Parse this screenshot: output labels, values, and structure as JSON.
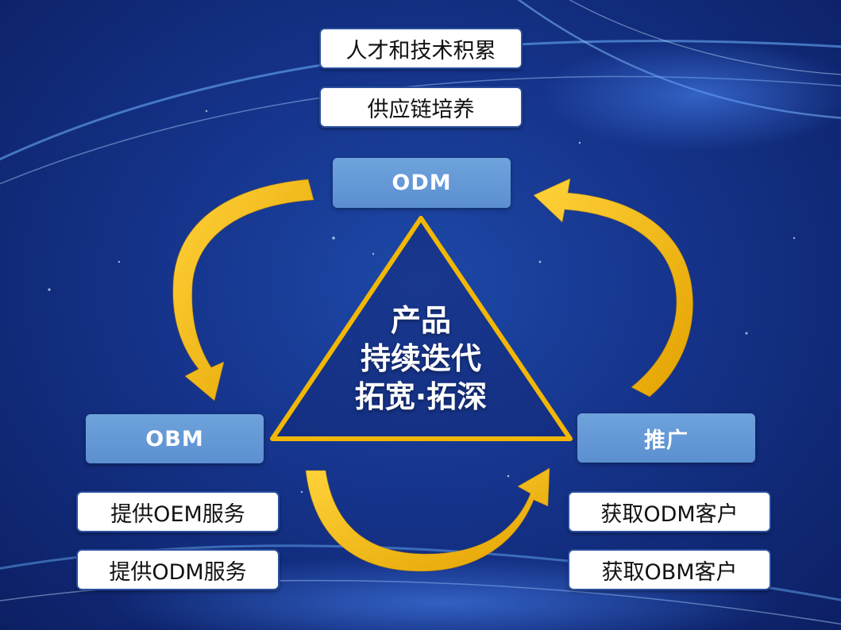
{
  "nodes": {
    "odm": "ODM",
    "obm": "OBM",
    "promotion": "推广"
  },
  "top_tags": [
    "人才和技术积累",
    "供应链培养"
  ],
  "left_tags": [
    "提供OEM服务",
    "提供ODM服务"
  ],
  "right_tags": [
    "获取ODM客户",
    "获取OBM客户"
  ],
  "center": {
    "line1": "产品",
    "line2": "持续迭代",
    "line3": "拓宽·拓深"
  },
  "colors": {
    "background": "#15338a",
    "node_fill": "#5b8fd0",
    "arrow": "#f2b705",
    "triangle_stroke": "#f2b705"
  }
}
